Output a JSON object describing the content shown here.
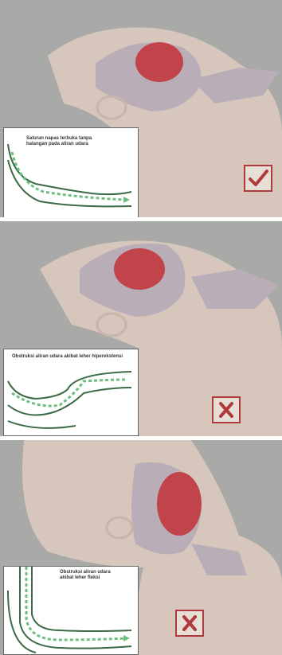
{
  "colors": {
    "background": "#a9aaa8",
    "skin": "#dcc9bc",
    "tissue": "#b9aeb8",
    "tongue": "#c2444b",
    "airway": "#6cbf7f",
    "mark": "#b0393b"
  },
  "panels": [
    {
      "caption": "Saluran napas terbuka tanpa halangan pada aliran udara",
      "mark": "checkmark-icon",
      "status": "correct"
    },
    {
      "caption": "Obstruksi aliran udara akibat leher hiperekstensi",
      "mark": "cross-icon",
      "status": "incorrect"
    },
    {
      "caption": "Obstruksi aliran udara akibat leher fleksi",
      "mark": "cross-icon",
      "status": "incorrect"
    }
  ]
}
